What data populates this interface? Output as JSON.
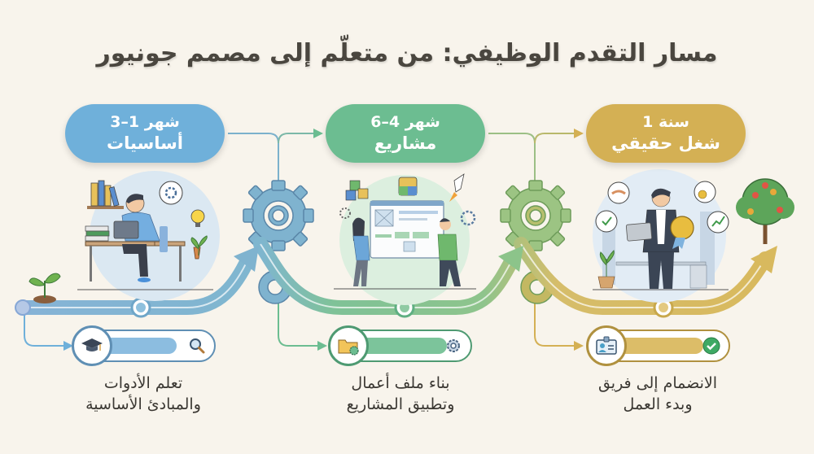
{
  "title": "مسار التقدم الوظيفي: من متعلّم إلى مصمم جونيور",
  "colors": {
    "background": "#f8f4ec",
    "stage1": "#6fb0da",
    "stage2": "#6cbd91",
    "stage3": "#d4b054",
    "path_blue": "#7fb0d0",
    "path_green": "#7fc297",
    "path_gold": "#d8bd68"
  },
  "stages": [
    {
      "duration": "شهر 1–3",
      "name": "أساسيات",
      "illustration": "person-studying-at-desk",
      "milestone_icon": "graduation-cap-icon",
      "milestone_end_icon": "magnifier-icon",
      "caption_line1": "تعلم الأدوات",
      "caption_line2": "والمبادئ الأساسية"
    },
    {
      "duration": "شهر 4–6",
      "name": "مشاريع",
      "illustration": "team-building-wireframe",
      "milestone_icon": "folder-gear-icon",
      "milestone_end_icon": "gear-icon",
      "caption_line1": "بناء ملف أعمال",
      "caption_line2": "وتطبيق المشاريع"
    },
    {
      "duration": "سنة 1",
      "name": "شغل حقيقي",
      "illustration": "professional-with-laptop-and-badge",
      "milestone_icon": "id-card-icon",
      "milestone_end_icon": "check-circle-icon",
      "caption_line1": "الانضمام إلى فريق",
      "caption_line2": "وبدء العمل"
    }
  ],
  "decorations": {
    "start": "sprout-icon",
    "end": "fruit-tree-icon",
    "connectors": "gear-icon"
  }
}
